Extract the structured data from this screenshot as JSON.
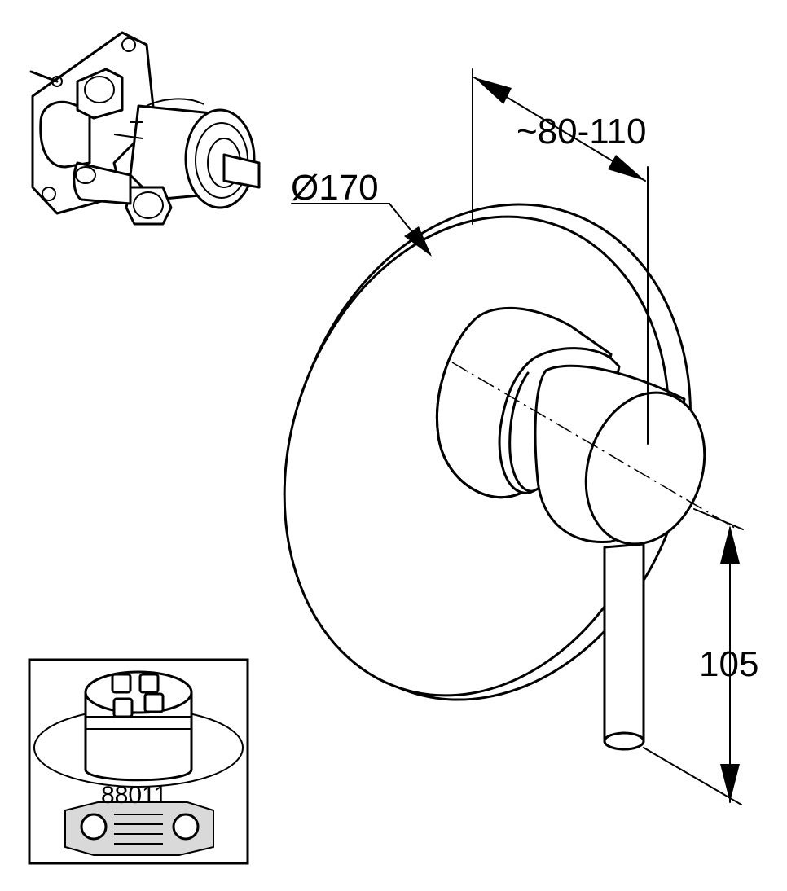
{
  "dimensions": {
    "diameter_label": "Ø170",
    "depth_label": "~80-110",
    "height_label": "105"
  },
  "inset": {
    "article_number": "88011"
  },
  "icons": {
    "valve_body": "rough-in-valve-icon",
    "thermostat_unit": "thermostat-module-icon",
    "mixer": "single-lever-mixer-icon"
  }
}
